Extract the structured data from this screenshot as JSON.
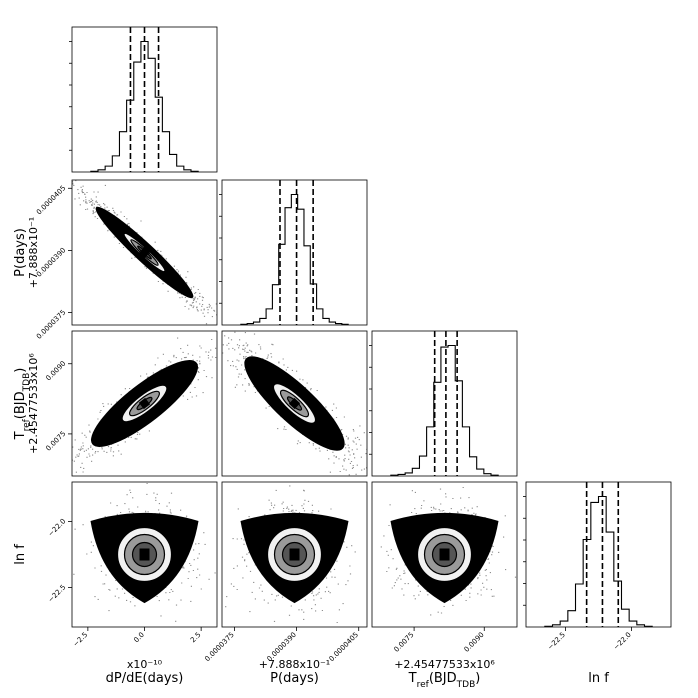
{
  "chart_data": {
    "type": "corner",
    "parameters": [
      {
        "key": "dPdE",
        "xlabel": "dP/dE(days)",
        "ylabel": "",
        "offset": "x10⁻¹⁰",
        "range": [
          -3.2,
          3.2
        ],
        "ticks": [
          -2.5,
          0.0,
          2.5
        ],
        "tick_labels": [
          "−2.5",
          "0.0",
          "2.5"
        ],
        "quantiles": [
          -0.62,
          0.0,
          0.62
        ],
        "histogram": [
          1,
          3,
          8,
          22,
          55,
          98,
          150,
          178,
          155,
          102,
          55,
          24,
          8,
          3,
          1
        ]
      },
      {
        "key": "P",
        "xlabel": "P(days)",
        "ylabel": "P(days)",
        "offset": "+7.888x10⁻¹",
        "range": [
          3.72e-05,
          4.07e-05
        ],
        "ticks": [
          3.75e-05,
          3.9e-05,
          4.05e-05
        ],
        "tick_labels": [
          "0.0000375",
          "0.0000390",
          "0.0000405"
        ],
        "quantiles": [
          3.86e-05,
          3.9e-05,
          3.94e-05
        ],
        "histogram": [
          1,
          2,
          4,
          9,
          22,
          55,
          110,
          160,
          178,
          158,
          108,
          56,
          22,
          9,
          4,
          2,
          1
        ]
      },
      {
        "key": "Tref",
        "xlabel": "T_ref(BJD_TDB)",
        "ylabel": "T_ref(BJD_TDB)",
        "offset": "+2.45477533x10⁶",
        "range": [
          0.0066,
          0.0097
        ],
        "ticks": [
          0.0075,
          0.009
        ],
        "tick_labels": [
          "0.0075",
          "0.0090"
        ],
        "quantiles": [
          0.00794,
          0.00818,
          0.00842
        ],
        "histogram": [
          1,
          2,
          4,
          10,
          26,
          64,
          122,
          168,
          170,
          124,
          64,
          25,
          9,
          3,
          1
        ]
      },
      {
        "key": "lnf",
        "xlabel": "ln f",
        "ylabel": "ln f",
        "offset": "",
        "range": [
          -22.8,
          -21.7
        ],
        "ticks": [
          -22.5,
          -22.0
        ],
        "tick_labels": [
          "−22.5",
          "−22.0"
        ],
        "quantiles": [
          -22.34,
          -22.22,
          -22.1
        ],
        "histogram": [
          1,
          3,
          8,
          22,
          58,
          118,
          168,
          176,
          128,
          62,
          24,
          8,
          3,
          1
        ]
      }
    ],
    "pairs": [
      {
        "x": "dPdE",
        "y": "P",
        "correlation": -0.99,
        "shape": "ellipse"
      },
      {
        "x": "dPdE",
        "y": "Tref",
        "correlation": 0.93,
        "shape": "ellipse"
      },
      {
        "x": "P",
        "y": "Tref",
        "correlation": -0.93,
        "shape": "ellipse"
      },
      {
        "x": "dPdE",
        "y": "lnf",
        "correlation": 0.0,
        "shape": "triangle"
      },
      {
        "x": "P",
        "y": "lnf",
        "correlation": 0.0,
        "shape": "triangle"
      },
      {
        "x": "Tref",
        "y": "lnf",
        "correlation": 0.0,
        "shape": "triangle"
      }
    ],
    "style": {
      "line_color": "#000000",
      "contour_fill_light": "#f2f2f2",
      "contour_fill_mid": "#9a9a9a",
      "contour_fill_dark": "#555555",
      "density_core": "#000000"
    }
  }
}
